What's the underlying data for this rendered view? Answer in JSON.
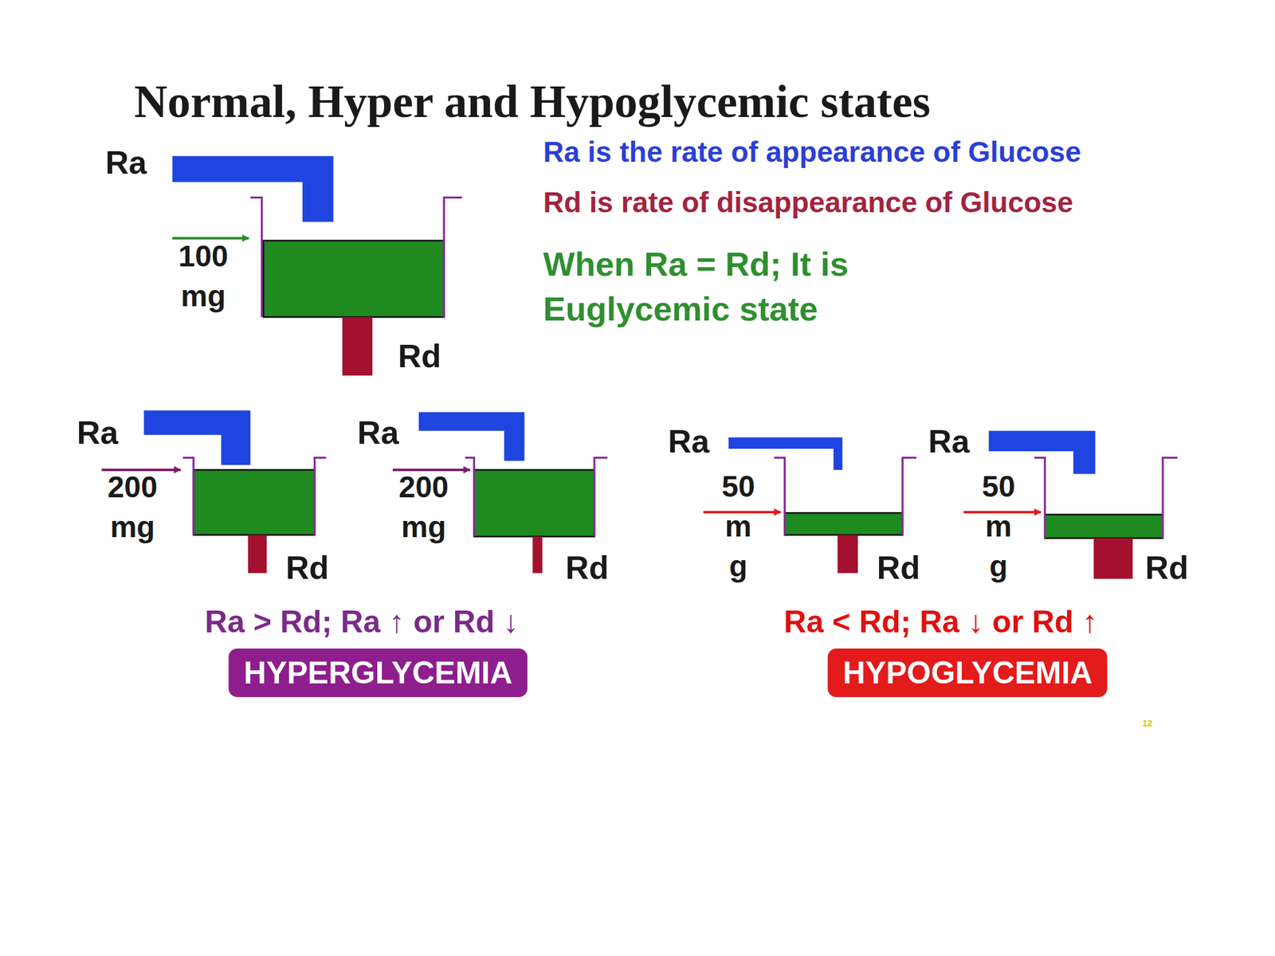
{
  "diagram": {
    "title": "Normal, Hyper and Hypoglycemic states",
    "nodes": [
      {
        "text": [
          "HYPERGLYCEMIA"
        ]
      },
      {
        "text": [
          "HYPOGLYCEMIA"
        ]
      }
    ],
    "labels": [
      "Ra is the rate of appearance of Glucose",
      "Rd is rate of disappearance of Glucose",
      "When Ra = Rd; It is Euglycemic state",
      "Ra",
      "100 mg",
      "Rd",
      "Ra",
      "200 mg",
      "Rd",
      "Ra",
      "200 mg",
      "Rd",
      "Ra",
      "50 m g",
      "Rd",
      "Ra",
      "50 m g",
      "Rd",
      "Ra > Rd; Ra ↑ or Rd ↓",
      "Ra < Rd; Ra ↓ or Rd ↑",
      "12"
    ]
  }
}
